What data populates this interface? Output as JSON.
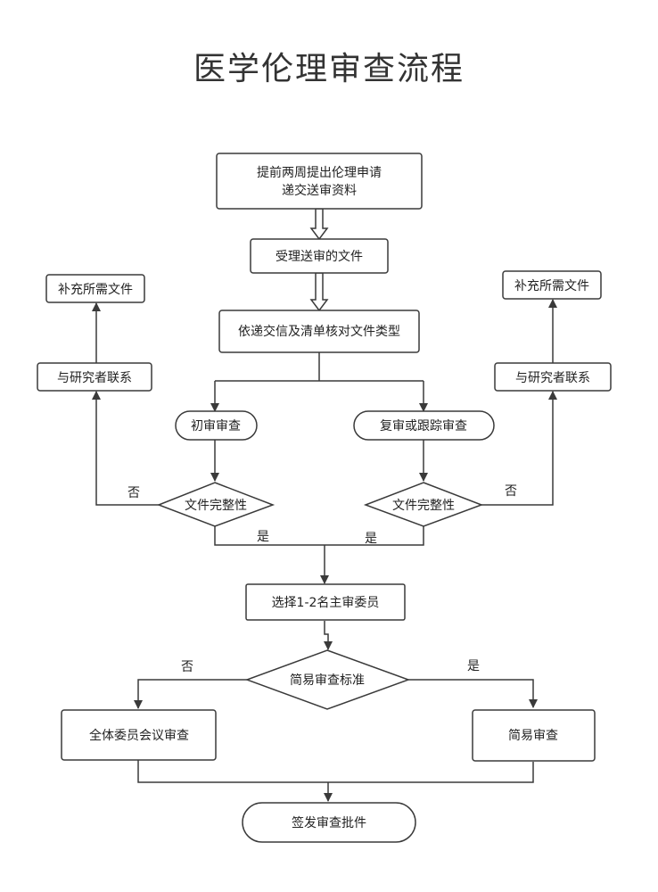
{
  "title": "医学伦理审查流程",
  "nodes": {
    "submit_line1": "提前两周提出伦理申请",
    "submit_line2": "递交送审资料",
    "receive": "受理送审的文件",
    "check_types": "依递交信及清单核对文件类型",
    "initial_review": "初审审查",
    "re_review": "复审或跟踪审查",
    "complete_left": "文件完整性",
    "complete_right": "文件完整性",
    "contact_left": "与研究者联系",
    "contact_right": "与研究者联系",
    "supplement_left": "补充所需文件",
    "supplement_right": "补充所需文件",
    "select_members": "选择1-2名主审委员",
    "simple_criteria": "简易审查标准",
    "full_meeting": "全体委员会议审查",
    "simple_review": "简易审查",
    "issue_approval": "签发审查批件"
  },
  "labels": {
    "no_left": "否",
    "no_right": "否",
    "yes_left": "是",
    "yes_right": "是",
    "no_bottom": "否",
    "yes_bottom": "是"
  }
}
